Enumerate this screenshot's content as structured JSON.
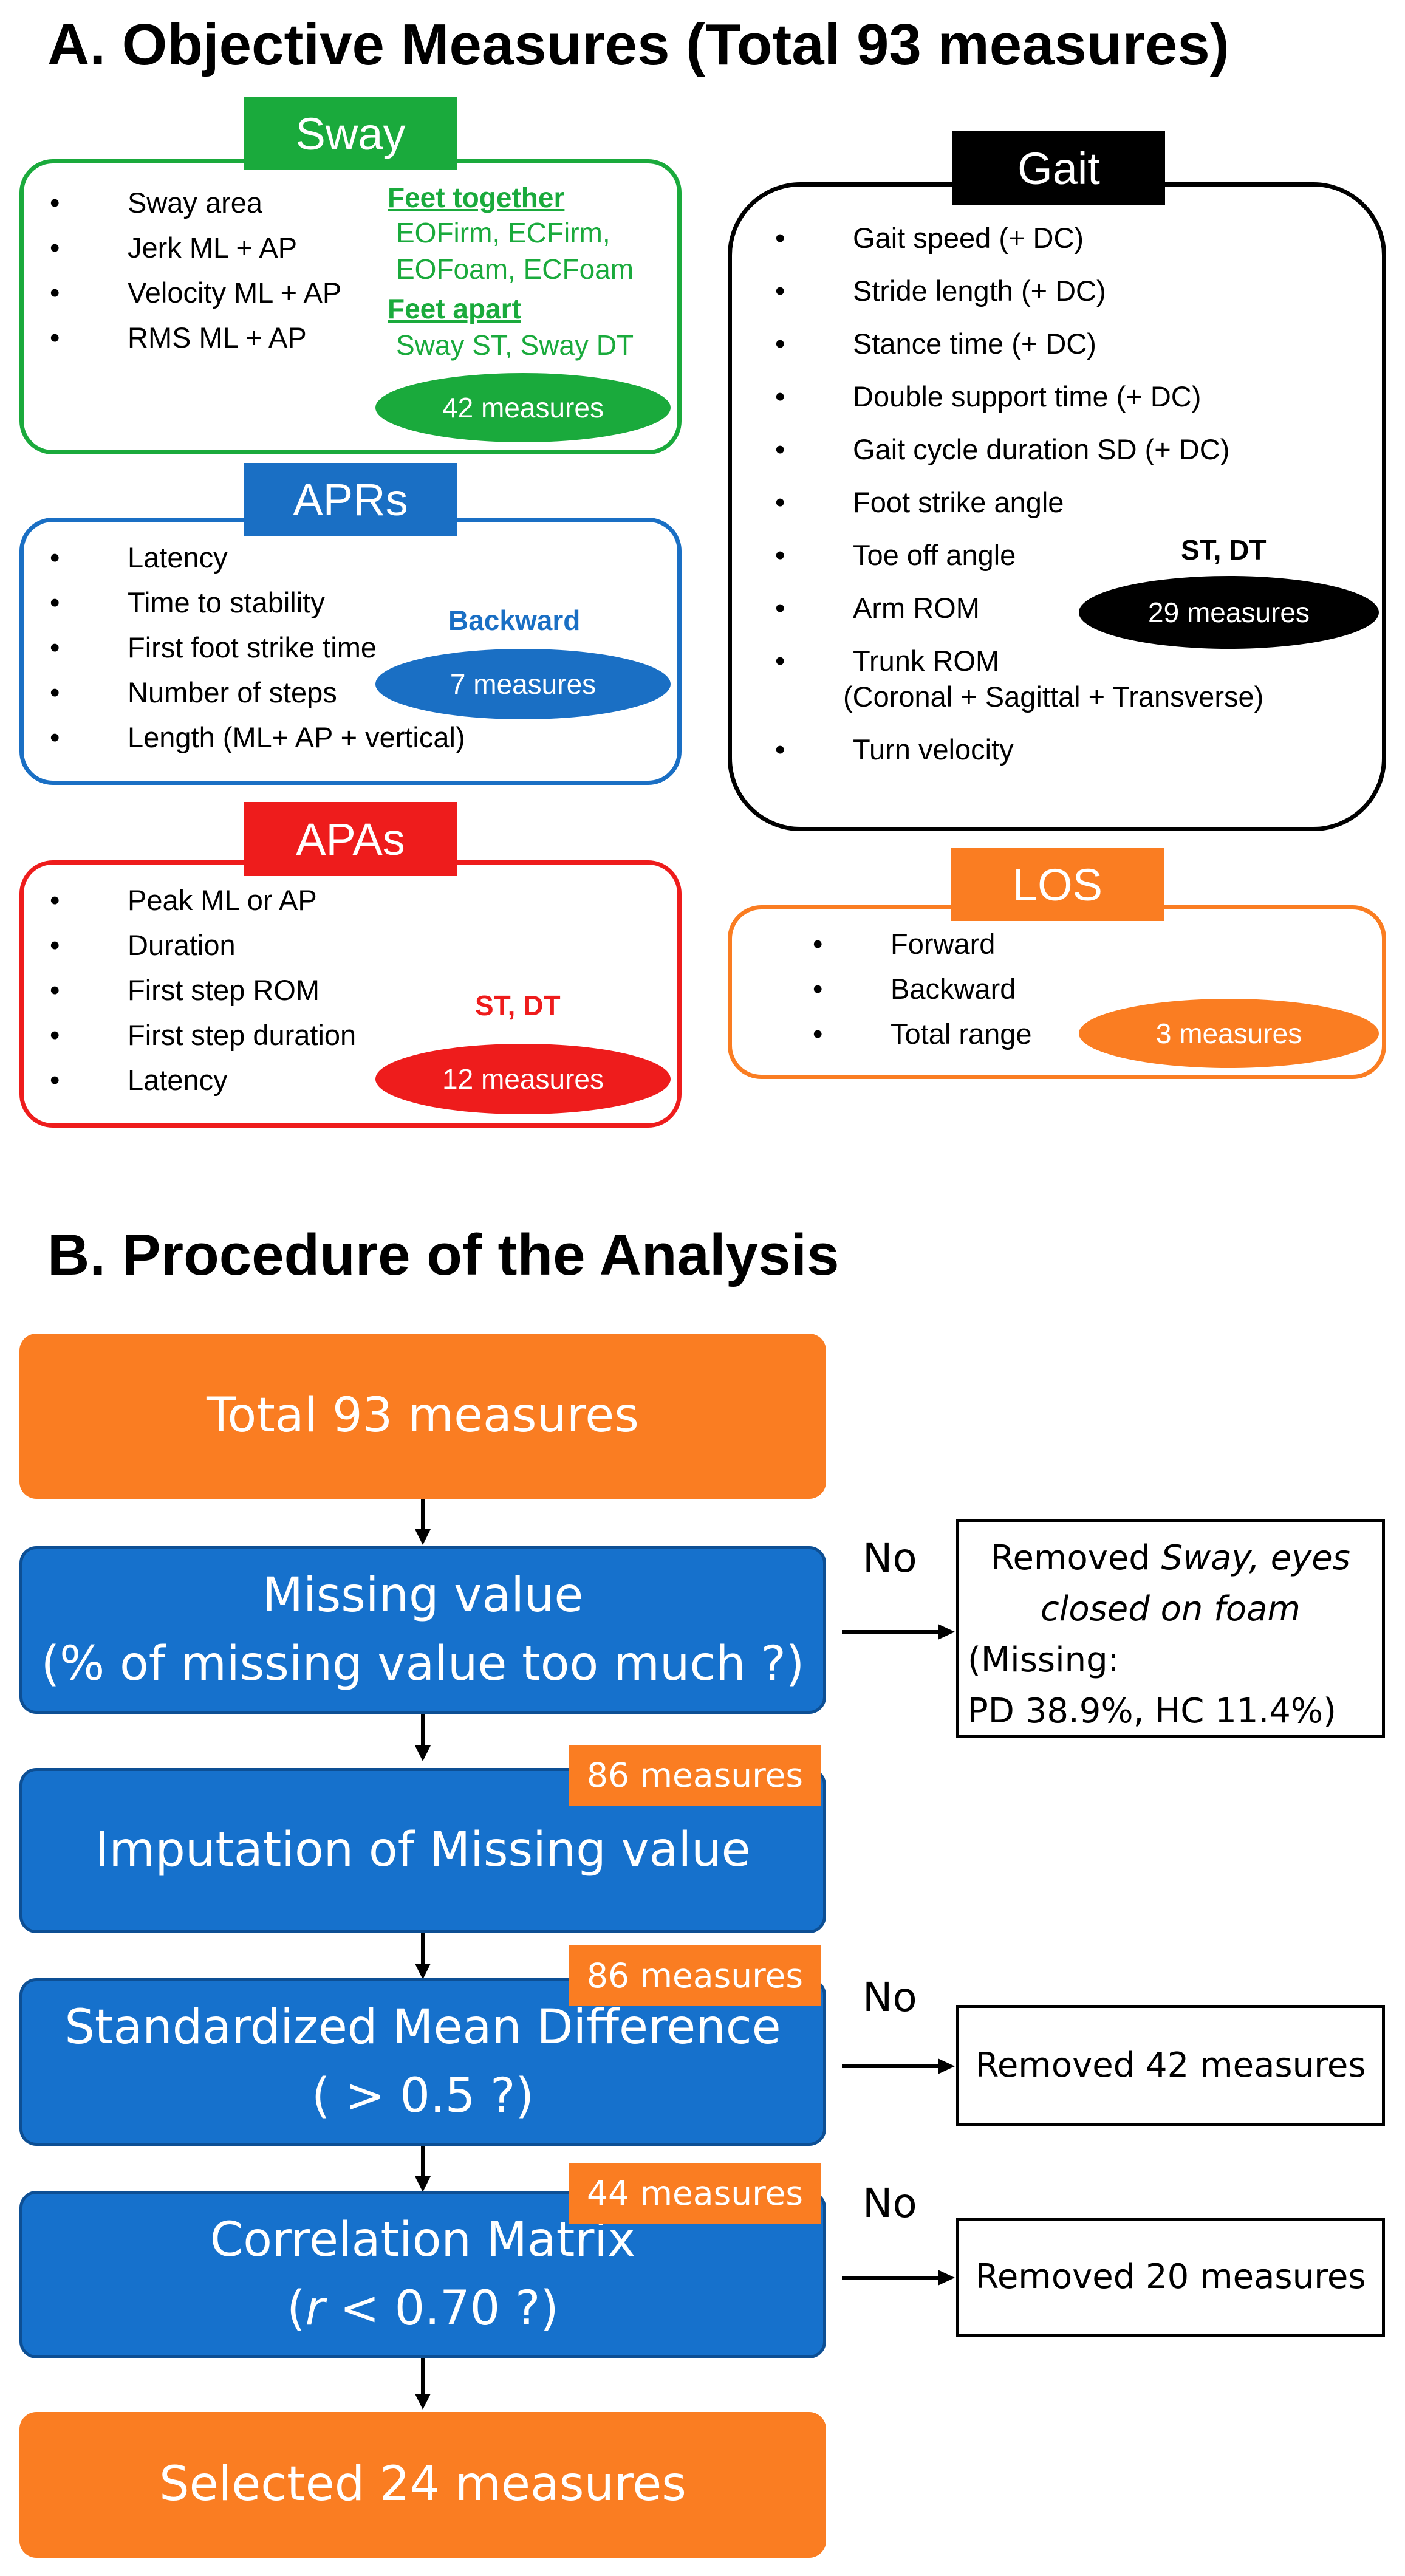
{
  "section_a": {
    "title": "A. Objective Measures (Total 93 measures)",
    "sway": {
      "label": "Sway",
      "items": [
        "Sway area",
        "Jerk ML + AP",
        "Velocity ML + AP",
        "RMS ML + AP"
      ],
      "feet_together_head": "Feet together",
      "feet_together_line1": "EOFirm, ECFirm,",
      "feet_together_line2": "EOFoam, ECFoam",
      "feet_apart_head": "Feet apart",
      "feet_apart_line": "Sway ST, Sway DT",
      "count": "42 measures",
      "color": "#1aaa3c"
    },
    "aprs": {
      "label": "APRs",
      "items": [
        "Latency",
        "Time to stability",
        "First foot strike time",
        "Number of steps",
        "Length (ML+ AP + vertical)"
      ],
      "condition": "Backward",
      "count": "7 measures",
      "color": "#1a6fc4"
    },
    "apas": {
      "label": "APAs",
      "items": [
        "Peak ML or AP",
        "Duration",
        "First step ROM",
        "First step duration",
        "Latency"
      ],
      "condition": "ST, DT",
      "count": "12 measures",
      "color": "#ee1c1c"
    },
    "gait": {
      "label": "Gait",
      "items": [
        "Gait speed (+ DC)",
        "Stride length (+ DC)",
        "Stance time (+ DC)",
        "Double support time (+ DC)",
        "Gait cycle duration SD (+ DC)",
        "Foot strike angle",
        "Toe off angle",
        "Arm ROM",
        "Trunk ROM",
        "Turn velocity"
      ],
      "trunk_sub": "(Coronal + Sagittal + Transverse)",
      "condition": "ST, DT",
      "count": "29 measures",
      "color": "#000000"
    },
    "los": {
      "label": "LOS",
      "items": [
        "Forward",
        "Backward",
        "Total range"
      ],
      "count": "3 measures",
      "color": "#fa7d22"
    }
  },
  "section_b": {
    "title": "B. Procedure of the Analysis",
    "steps": [
      {
        "line1": "Total 93 measures"
      },
      {
        "line1": "Missing value",
        "line2": "(% of missing value too much ?)"
      },
      {
        "line1": "Imputation of Missing value",
        "tag": "86 measures"
      },
      {
        "line1": "Standardized Mean Difference",
        "line2": "( > 0.5 ?)",
        "tag": "86 measures"
      },
      {
        "line1": "Correlation Matrix",
        "line2_r": "r",
        "line2_rest": " < 0.70 ?)",
        "line2_open": "(",
        "tag": "44 measures"
      },
      {
        "line1": "Selected 24 measures"
      }
    ],
    "no_label": "No",
    "removed_missing": {
      "line1": "Removed ",
      "line1_italic": "Sway, eyes",
      "line2_italic": "closed on foam",
      "line3": "(Missing:",
      "line4": "PD 38.9%, HC 11.4%)"
    },
    "removed_smd": "Removed 42 measures",
    "removed_corr": "Removed 20 measures",
    "colors": {
      "orange": "#fa7d22",
      "blue": "#1671cc"
    }
  }
}
